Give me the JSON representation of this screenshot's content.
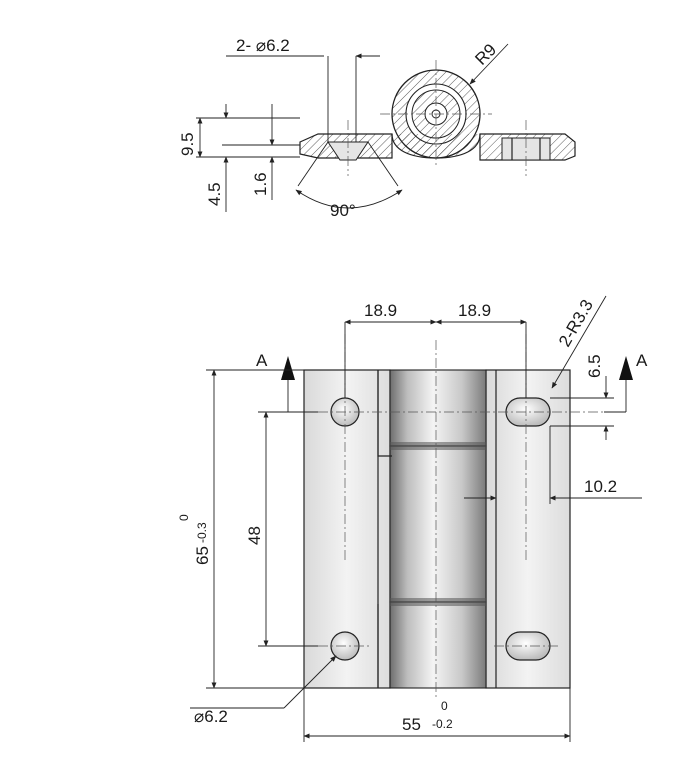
{
  "section_view": {
    "hole_callout": "2- ⌀6.2",
    "radius": "R9",
    "dim_9_5": "9.5",
    "dim_1_6": "1.6",
    "dim_4_5": "4.5",
    "angle": "90°"
  },
  "plan_view": {
    "dim_left_offset": "18.9",
    "dim_right_offset": "18.9",
    "slot_radius": "2-R3.3",
    "slot_height": "6.5",
    "section_marker": "A",
    "slot_width": "10.2",
    "hole_spacing": "48",
    "height_value": "65",
    "height_tol_upper": "0",
    "height_tol_lower": "-0.3",
    "hole_dia": "⌀6.2",
    "width_value": "55",
    "width_tol_upper": "0",
    "width_tol_lower": "-0.2"
  }
}
